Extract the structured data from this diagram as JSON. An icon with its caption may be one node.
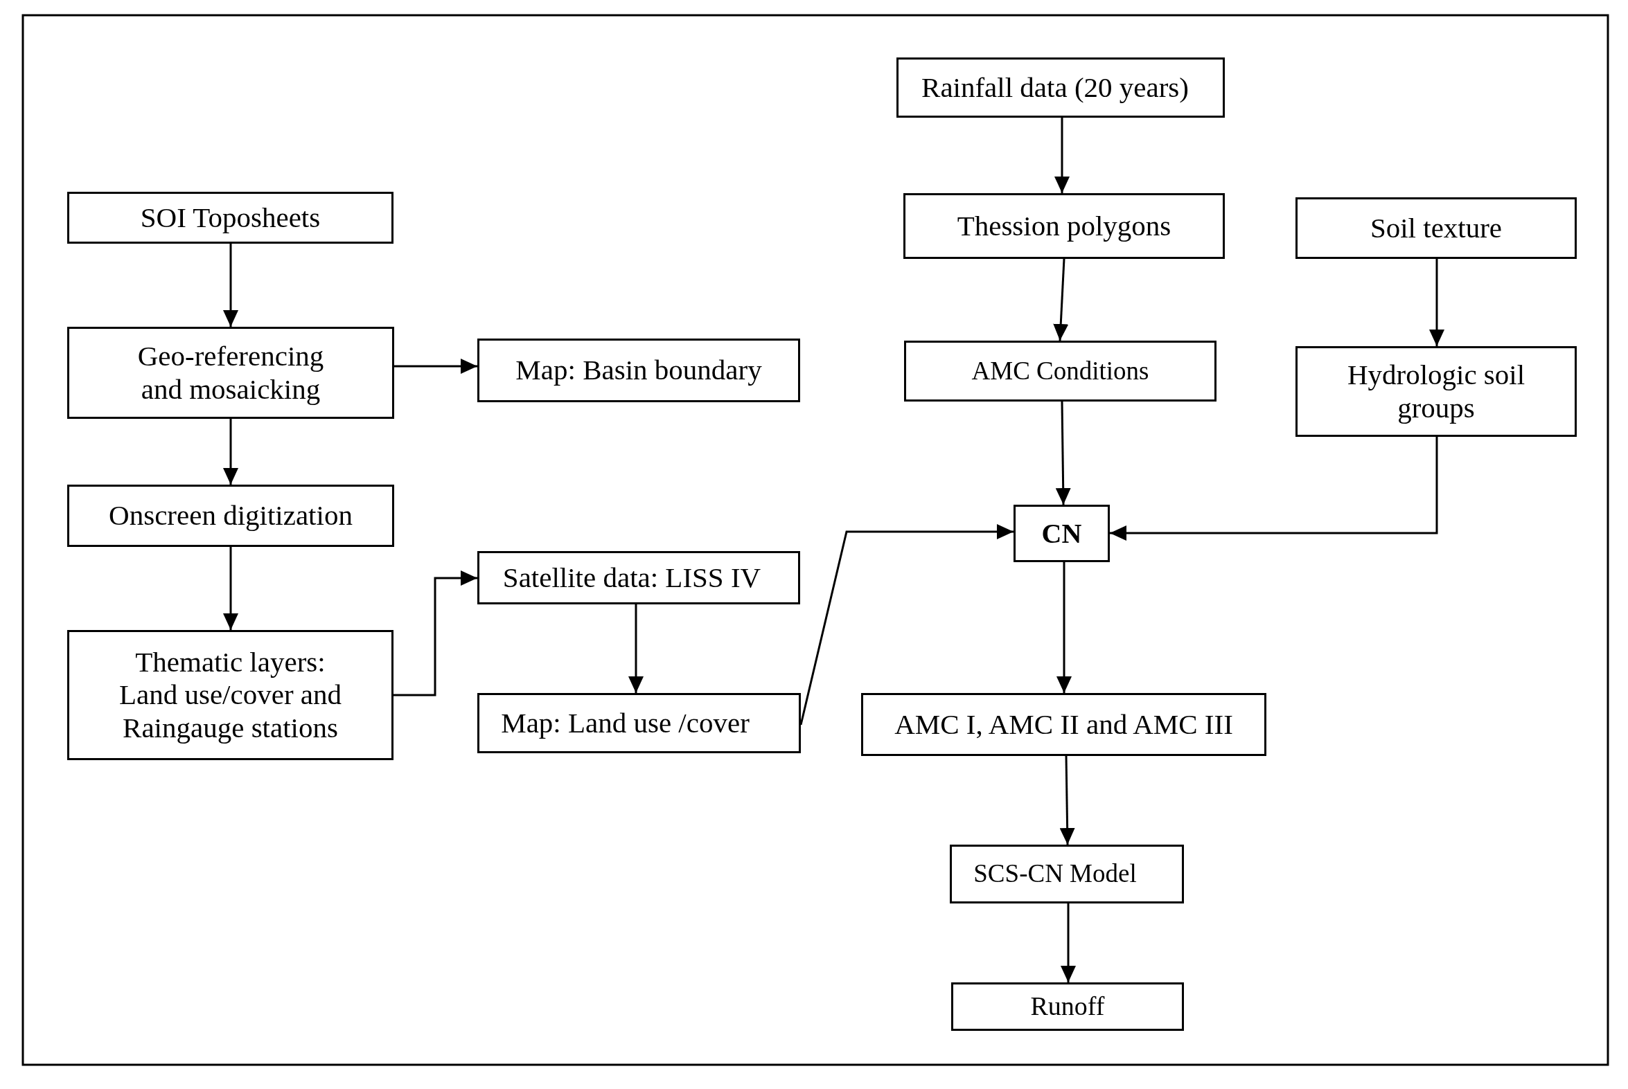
{
  "diagram": {
    "nodes": [
      {
        "text": [
          "SOI Toposheets"
        ]
      },
      {
        "text": [
          "Geo-referencing and mosaicking"
        ]
      },
      {
        "text": [
          "Map: Basin boundary"
        ]
      },
      {
        "text": [
          "Onscreen digitization"
        ]
      },
      {
        "text": [
          "Thematic layers: Land use/cover and Raingauge stations"
        ]
      },
      {
        "text": [
          "Satellite data: LISS IV"
        ]
      },
      {
        "text": [
          "Map: Land use /cover"
        ]
      },
      {
        "text": [
          "Rainfall data (20 years)"
        ]
      },
      {
        "text": [
          "Thession polygons"
        ]
      },
      {
        "text": [
          "AMC Conditions"
        ]
      },
      {
        "text": [
          "Soil texture"
        ]
      },
      {
        "text": [
          "Hydrologic soil groups"
        ]
      },
      {
        "text": [
          "CN"
        ]
      },
      {
        "text": [
          "AMC I, AMC II and AMC III"
        ]
      },
      {
        "text": [
          "SCS-CN Model"
        ]
      },
      {
        "text": [
          "Runoff"
        ]
      }
    ],
    "edges": [
      {
        "from": 0,
        "to": 1,
        "arrow": "to"
      },
      {
        "from": 1,
        "to": 2,
        "arrow": "to"
      },
      {
        "from": 1,
        "to": 3,
        "arrow": "to"
      },
      {
        "from": 3,
        "to": 4,
        "arrow": "to"
      },
      {
        "from": 4,
        "to": 5,
        "arrow": "to"
      },
      {
        "from": 5,
        "to": 6,
        "arrow": "to"
      },
      {
        "from": 6,
        "to": 12,
        "arrow": "to"
      },
      {
        "from": 7,
        "to": 8,
        "arrow": "to"
      },
      {
        "from": 8,
        "to": 9,
        "arrow": "to"
      },
      {
        "from": 9,
        "to": 12,
        "arrow": "to"
      },
      {
        "from": 10,
        "to": 11,
        "arrow": "to"
      },
      {
        "from": 11,
        "to": 12,
        "arrow": "to"
      },
      {
        "from": 12,
        "to": 13,
        "arrow": "to"
      },
      {
        "from": 13,
        "to": 14,
        "arrow": "to"
      },
      {
        "from": 14,
        "to": 15,
        "arrow": "to"
      }
    ]
  }
}
